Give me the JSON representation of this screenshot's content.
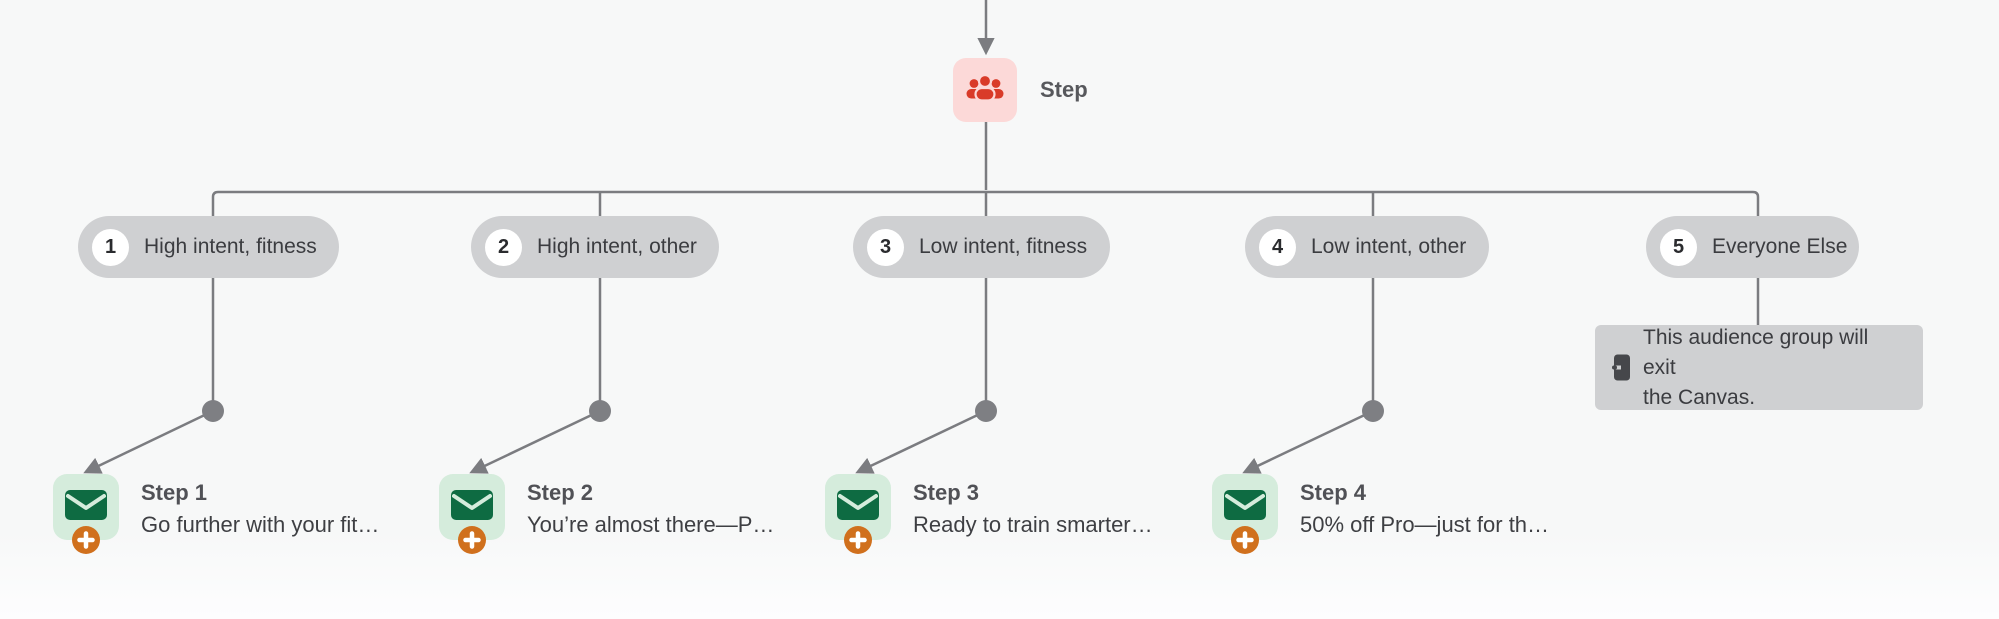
{
  "flow": {
    "root_step": {
      "label": "Step",
      "icon": "audience-icon"
    },
    "branches": [
      {
        "number": "1",
        "label": "High intent, fitness"
      },
      {
        "number": "2",
        "label": "High intent, other"
      },
      {
        "number": "3",
        "label": "Low intent, fitness"
      },
      {
        "number": "4",
        "label": "Low intent, other"
      },
      {
        "number": "5",
        "label": "Everyone Else"
      }
    ],
    "steps": [
      {
        "title": "Step 1",
        "subtitle": "Go further with your fit…",
        "icon": "email-icon"
      },
      {
        "title": "Step 2",
        "subtitle": "You’re almost there—P…",
        "icon": "email-icon"
      },
      {
        "title": "Step 3",
        "subtitle": "Ready to train smarter…",
        "icon": "email-icon"
      },
      {
        "title": "Step 4",
        "subtitle": "50% off Pro—just for th…",
        "icon": "email-icon"
      }
    ],
    "exit_note": {
      "line1": "This audience group will exit",
      "line2": "the Canvas.",
      "icon": "exit-door-icon"
    }
  },
  "colors": {
    "canvas_background": "#f7f8f8",
    "connector_gray": "#7b7c80",
    "pill_background": "#cfd0d2",
    "pill_text": "#3b3c40",
    "root_node_background": "#fcd9d8",
    "root_icon_red": "#d93b29",
    "email_node_background": "#d5ecdc",
    "email_icon_green": "#0e6b42",
    "add_button_orange": "#d0701d",
    "title_text": "#505156",
    "subtitle_text": "#3e3f43"
  }
}
